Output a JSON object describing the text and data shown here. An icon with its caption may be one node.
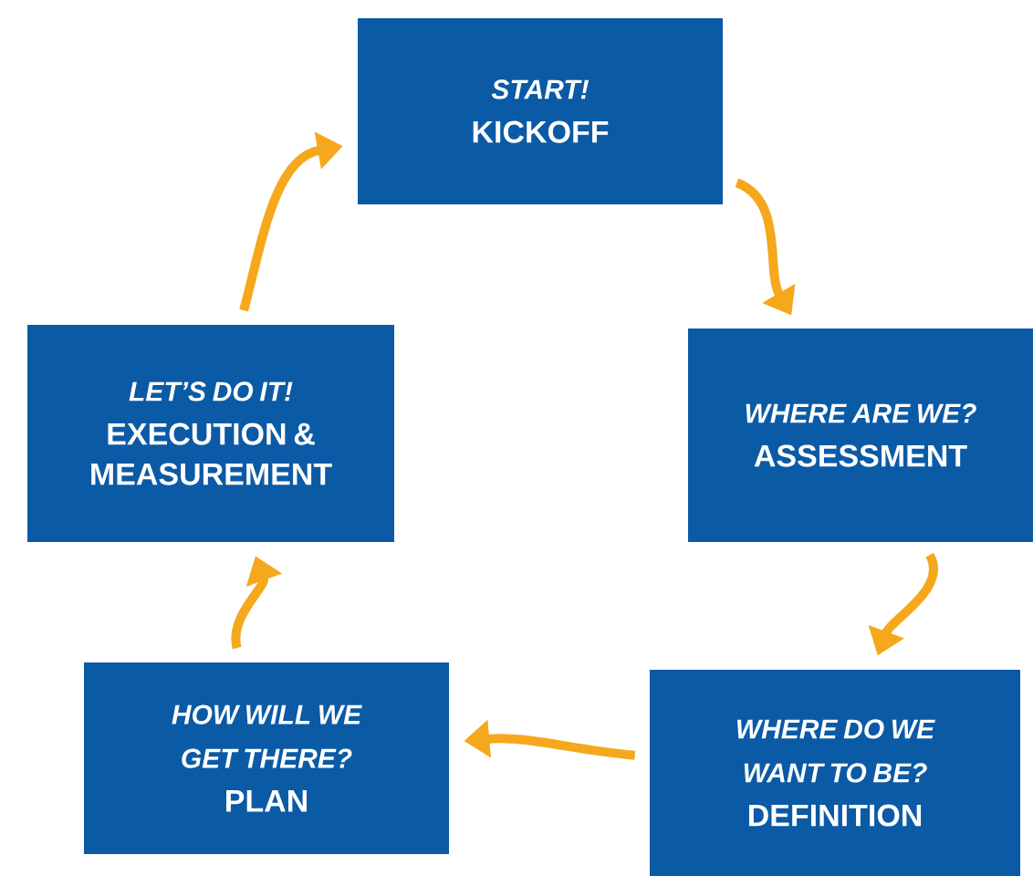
{
  "diagram": {
    "nodes": [
      {
        "text": [
          "START!",
          "KICKOFF"
        ]
      },
      {
        "text": [
          "WHERE ARE WE?",
          "ASSESSMENT"
        ]
      },
      {
        "text": [
          "WHERE DO WE WANT TO BE?",
          "DEFINITION"
        ]
      },
      {
        "text": [
          "HOW WILL WE GET THERE?",
          "PLAN"
        ]
      },
      {
        "text": [
          "LET’S DO IT!",
          "EXECUTION & MEASUREMENT"
        ]
      }
    ],
    "edges": [
      {
        "from": 0,
        "to": 1,
        "arrow": "to"
      },
      {
        "from": 1,
        "to": 2,
        "arrow": "to"
      },
      {
        "from": 2,
        "to": 3,
        "arrow": "to"
      },
      {
        "from": 3,
        "to": 4,
        "arrow": "to"
      },
      {
        "from": 4,
        "to": 0,
        "arrow": "to"
      }
    ]
  }
}
